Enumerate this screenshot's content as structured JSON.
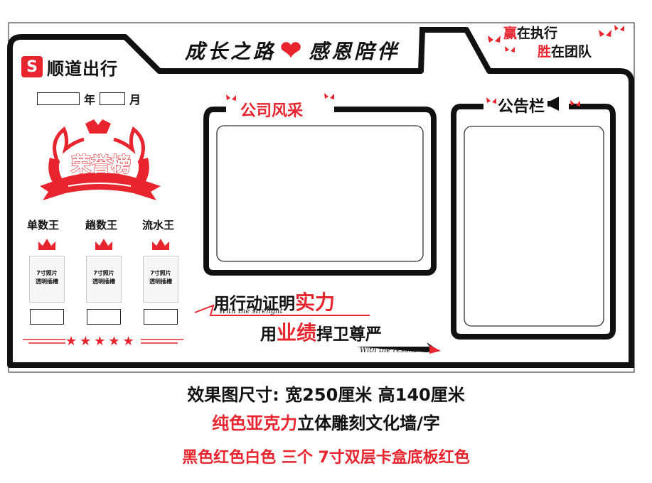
{
  "header": {
    "slogan_left": "成长之路",
    "slogan_right": "感恩陪伴",
    "heart_glyph": "❤",
    "win_line1_red": "赢",
    "win_line1_rest": "在执行",
    "win_line2_red": "胜",
    "win_line2_rest": "在团队"
  },
  "brand": {
    "logo_letter": "S",
    "name": "顺道出行"
  },
  "date": {
    "year_label": "年",
    "month_label": "月"
  },
  "honor": {
    "title": "荣誉榜",
    "awards": [
      {
        "title": "单数王",
        "slot_line1": "7寸照片",
        "slot_line2": "透明插槽"
      },
      {
        "title": "趟数王",
        "slot_line1": "7寸照片",
        "slot_line2": "透明插槽"
      },
      {
        "title": "流水王",
        "slot_line1": "7寸照片",
        "slot_line2": "透明插槽"
      }
    ],
    "stars": "★★★★★"
  },
  "panels": {
    "company_title": "公司风采",
    "notice_title": "公告栏"
  },
  "slogans": {
    "line1_black": "用行动证明",
    "line1_red": "实力",
    "line1_en": "With the strenght",
    "line2_black_a": "用",
    "line2_red": "业绩",
    "line2_black_b": "捍卫尊严",
    "line2_en": "With the results"
  },
  "captions": {
    "size": "效果图尺寸: 宽250厘米  高140厘米",
    "material_red": "纯色亚克力",
    "material_rest": "立体雕刻文化墙/字",
    "notes": "黑色红色白色 三个 7寸双层卡盒底板红色"
  },
  "colors": {
    "accent": "#e8242e",
    "ink": "#111111"
  }
}
